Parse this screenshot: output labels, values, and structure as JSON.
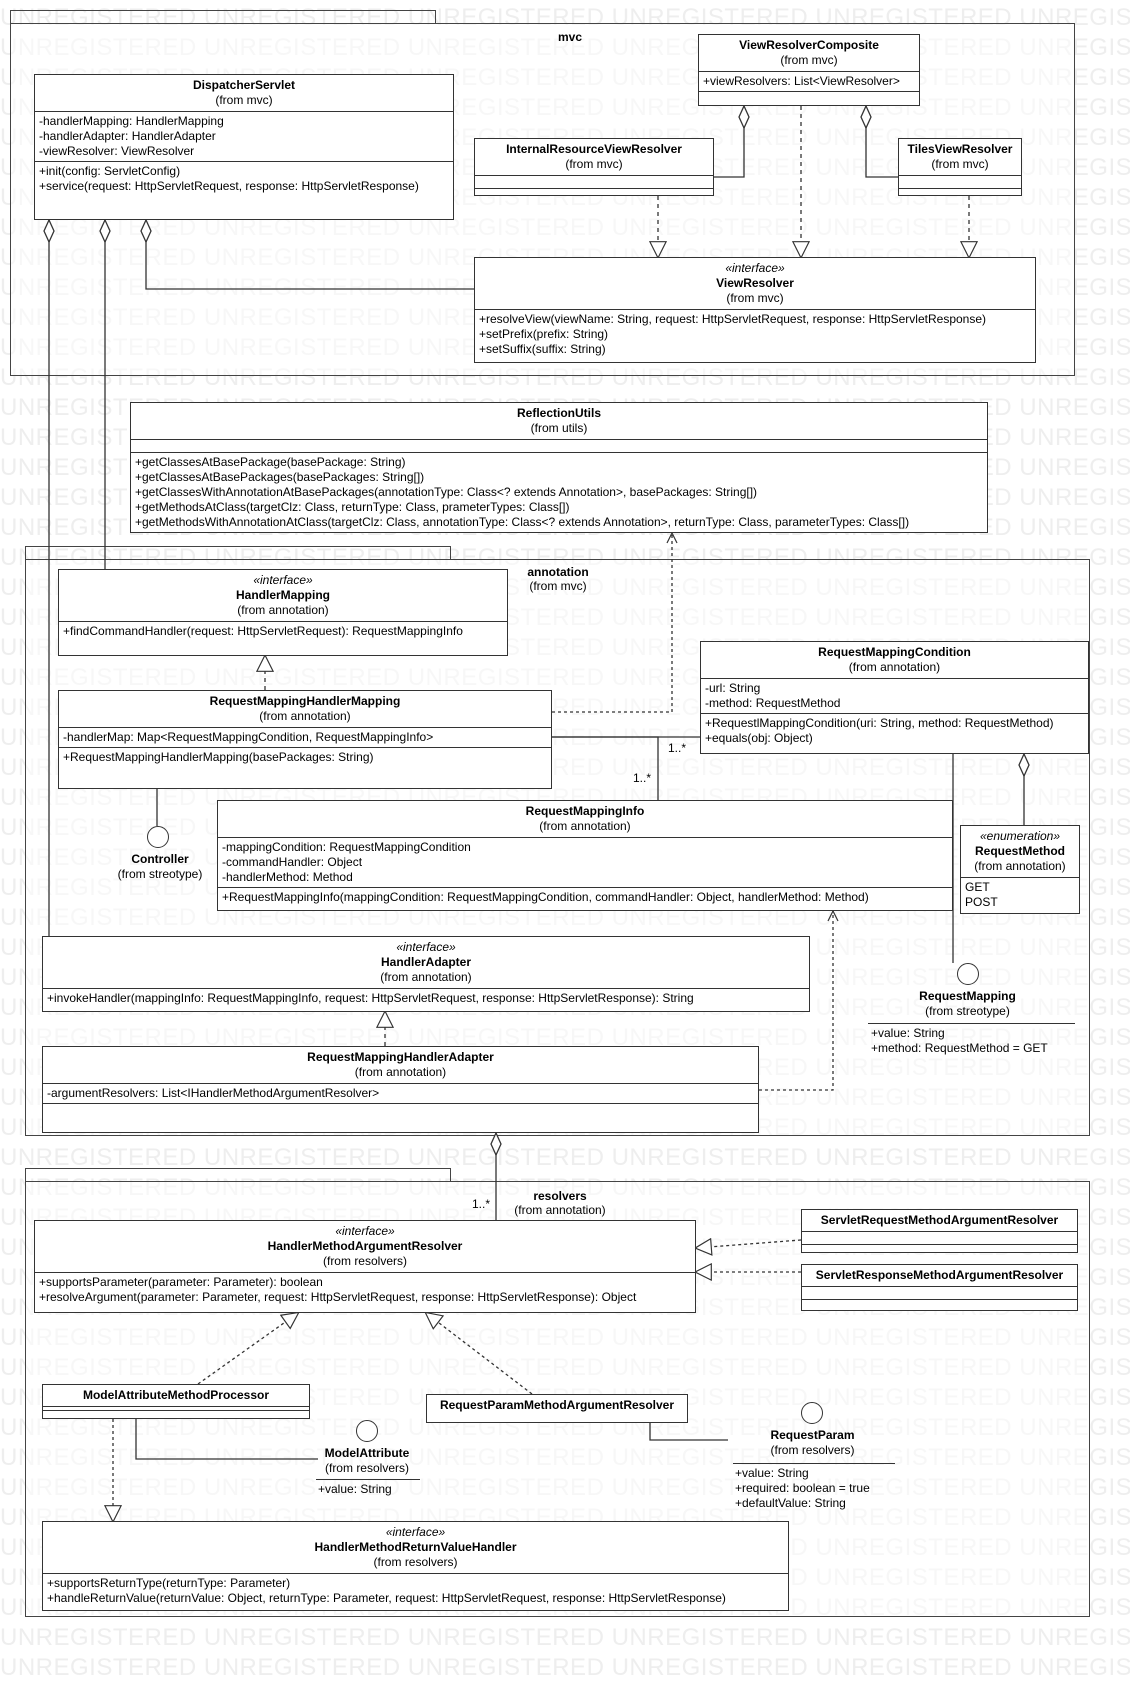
{
  "watermark": "UNREGISTERED UNREGISTERED UNREGISTERED UNREGISTERED UNREGISTERED UNREGISTERED UNREGISTERED",
  "packages": {
    "mvc": {
      "name": "mvc"
    },
    "annotation": {
      "name": "annotation",
      "from": "(from mvc)"
    },
    "resolvers": {
      "name": "resolvers",
      "from": "(from annotation)"
    }
  },
  "classes": {
    "dispatcher": {
      "name": "DispatcherServlet",
      "from": "(from mvc)",
      "attrs": [
        "-handlerMapping: HandlerMapping",
        "-handlerAdapter: HandlerAdapter",
        "-viewResolver: ViewResolver"
      ],
      "ops": [
        "+init(config: ServletConfig)",
        "+service(request: HttpServletRequest, response: HttpServletResponse)"
      ]
    },
    "vrComposite": {
      "name": "ViewResolverComposite",
      "from": "(from mvc)",
      "attrs": [
        "+viewResolvers: List<ViewResolver>"
      ]
    },
    "internalVR": {
      "name": "InternalResourceViewResolver",
      "from": "(from mvc)"
    },
    "tilesVR": {
      "name": "TilesViewResolver",
      "from": "(from mvc)"
    },
    "viewResolver": {
      "stereo": "«interface»",
      "name": "ViewResolver",
      "from": "(from mvc)",
      "ops": [
        "+resolveView(viewName: String, request: HttpServletRequest, response: HttpServletResponse)",
        "+setPrefix(prefix: String)",
        "+setSuffix(suffix: String)"
      ]
    },
    "reflection": {
      "name": "ReflectionUtils",
      "from": "(from utils)",
      "ops": [
        "+getClassesAtBasePackage(basePackage: String)",
        "+getClassesAtBasePackages(basePackages: String[])",
        "+getClassesWithAnnotationAtBasePackages(annotationType: Class<? extends Annotation>, basePackages: String[])",
        "+getMethodsAtClass(targetClz: Class, returnType: Class, prameterTypes: Class[])",
        "+getMethodsWithAnnotationAtClass(targetClz: Class, annotationType: Class<? extends Annotation>, returnType: Class, parameterTypes: Class[])"
      ]
    },
    "handlerMapping": {
      "stereo": "«interface»",
      "name": "HandlerMapping",
      "from": "(from annotation)",
      "ops": [
        "+findCommandHandler(request: HttpServletRequest): RequestMappingInfo"
      ]
    },
    "rmhm": {
      "name": "RequestMappingHandlerMapping",
      "from": "(from annotation)",
      "attrs": [
        "-handlerMap: Map<RequestMappingCondition, RequestMappingInfo>"
      ],
      "ops": [
        "+RequestMappingHandlerMapping(basePackages: String)"
      ]
    },
    "rmCondition": {
      "name": "RequestMappingCondition",
      "from": "(from annotation)",
      "attrs": [
        "-url: String",
        "-method: RequestMethod"
      ],
      "ops": [
        "+RequestlMappingCondition(uri: String, method: RequestMethod)",
        "+equals(obj: Object)"
      ]
    },
    "rmInfo": {
      "name": "RequestMappingInfo",
      "from": "(from annotation)",
      "attrs": [
        "-mappingCondition: RequestMappingCondition",
        "-commandHandler: Object",
        "-handlerMethod: Method"
      ],
      "ops": [
        "+RequestMappingInfo(mappingCondition: RequestMappingCondition, commandHandler: Object, handlerMethod: Method)"
      ]
    },
    "requestMethod": {
      "stereo": "«enumeration»",
      "name": "RequestMethod",
      "from": "(from annotation)",
      "attrs": [
        "GET",
        "POST"
      ]
    },
    "handlerAdapter": {
      "stereo": "«interface»",
      "name": "HandlerAdapter",
      "from": "(from annotation)",
      "ops": [
        "+invokeHandler(mappingInfo: RequestMappingInfo, request: HttpServletRequest, response: HttpServletResponse): String"
      ]
    },
    "rmha": {
      "name": "RequestMappingHandlerAdapter",
      "from": "(from annotation)",
      "attrs": [
        "-argumentResolvers: List<IHandlerMethodArgumentResolver>"
      ]
    },
    "hmar": {
      "stereo": "«interface»",
      "name": "HandlerMethodArgumentResolver",
      "from": "(from resolvers)",
      "ops": [
        "+supportsParameter(parameter: Parameter): boolean",
        "+resolveArgument(parameter: Parameter, request: HttpServletRequest, response: HttpServletResponse): Object"
      ]
    },
    "servletReq": {
      "name": "ServletRequestMethodArgumentResolver"
    },
    "servletResp": {
      "name": "ServletResponseMethodArgumentResolver"
    },
    "modelAttrProc": {
      "name": "ModelAttributeMethodProcessor"
    },
    "reqParamResolver": {
      "name": "RequestParamMethodArgumentResolver"
    },
    "hmrvh": {
      "stereo": "«interface»",
      "name": "HandlerMethodReturnValueHandler",
      "from": "(from resolvers)",
      "ops": [
        "+supportsReturnType(returnType: Parameter)",
        "+handleReturnValue(returnValue: Object, returnType: Parameter, request: HttpServletRequest, response: HttpServletResponse)"
      ]
    }
  },
  "interfaces": {
    "controller": {
      "name": "Controller",
      "from": "(from streotype)"
    },
    "requestMapping": {
      "name": "RequestMapping",
      "from": "(from streotype)",
      "attrs": [
        "+value: String",
        "+method: RequestMethod = GET"
      ]
    },
    "modelAttribute": {
      "name": "ModelAttribute",
      "from": "(from resolvers)",
      "attrs": [
        "+value: String"
      ]
    },
    "requestParam": {
      "name": "RequestParam",
      "from": "(from resolvers)",
      "attrs": [
        "+value: String",
        "+required: boolean = true",
        "+defaultValue: String"
      ]
    }
  },
  "multiplicities": {
    "m1": "1..*",
    "m2": "1..*",
    "m3": "1..*"
  }
}
